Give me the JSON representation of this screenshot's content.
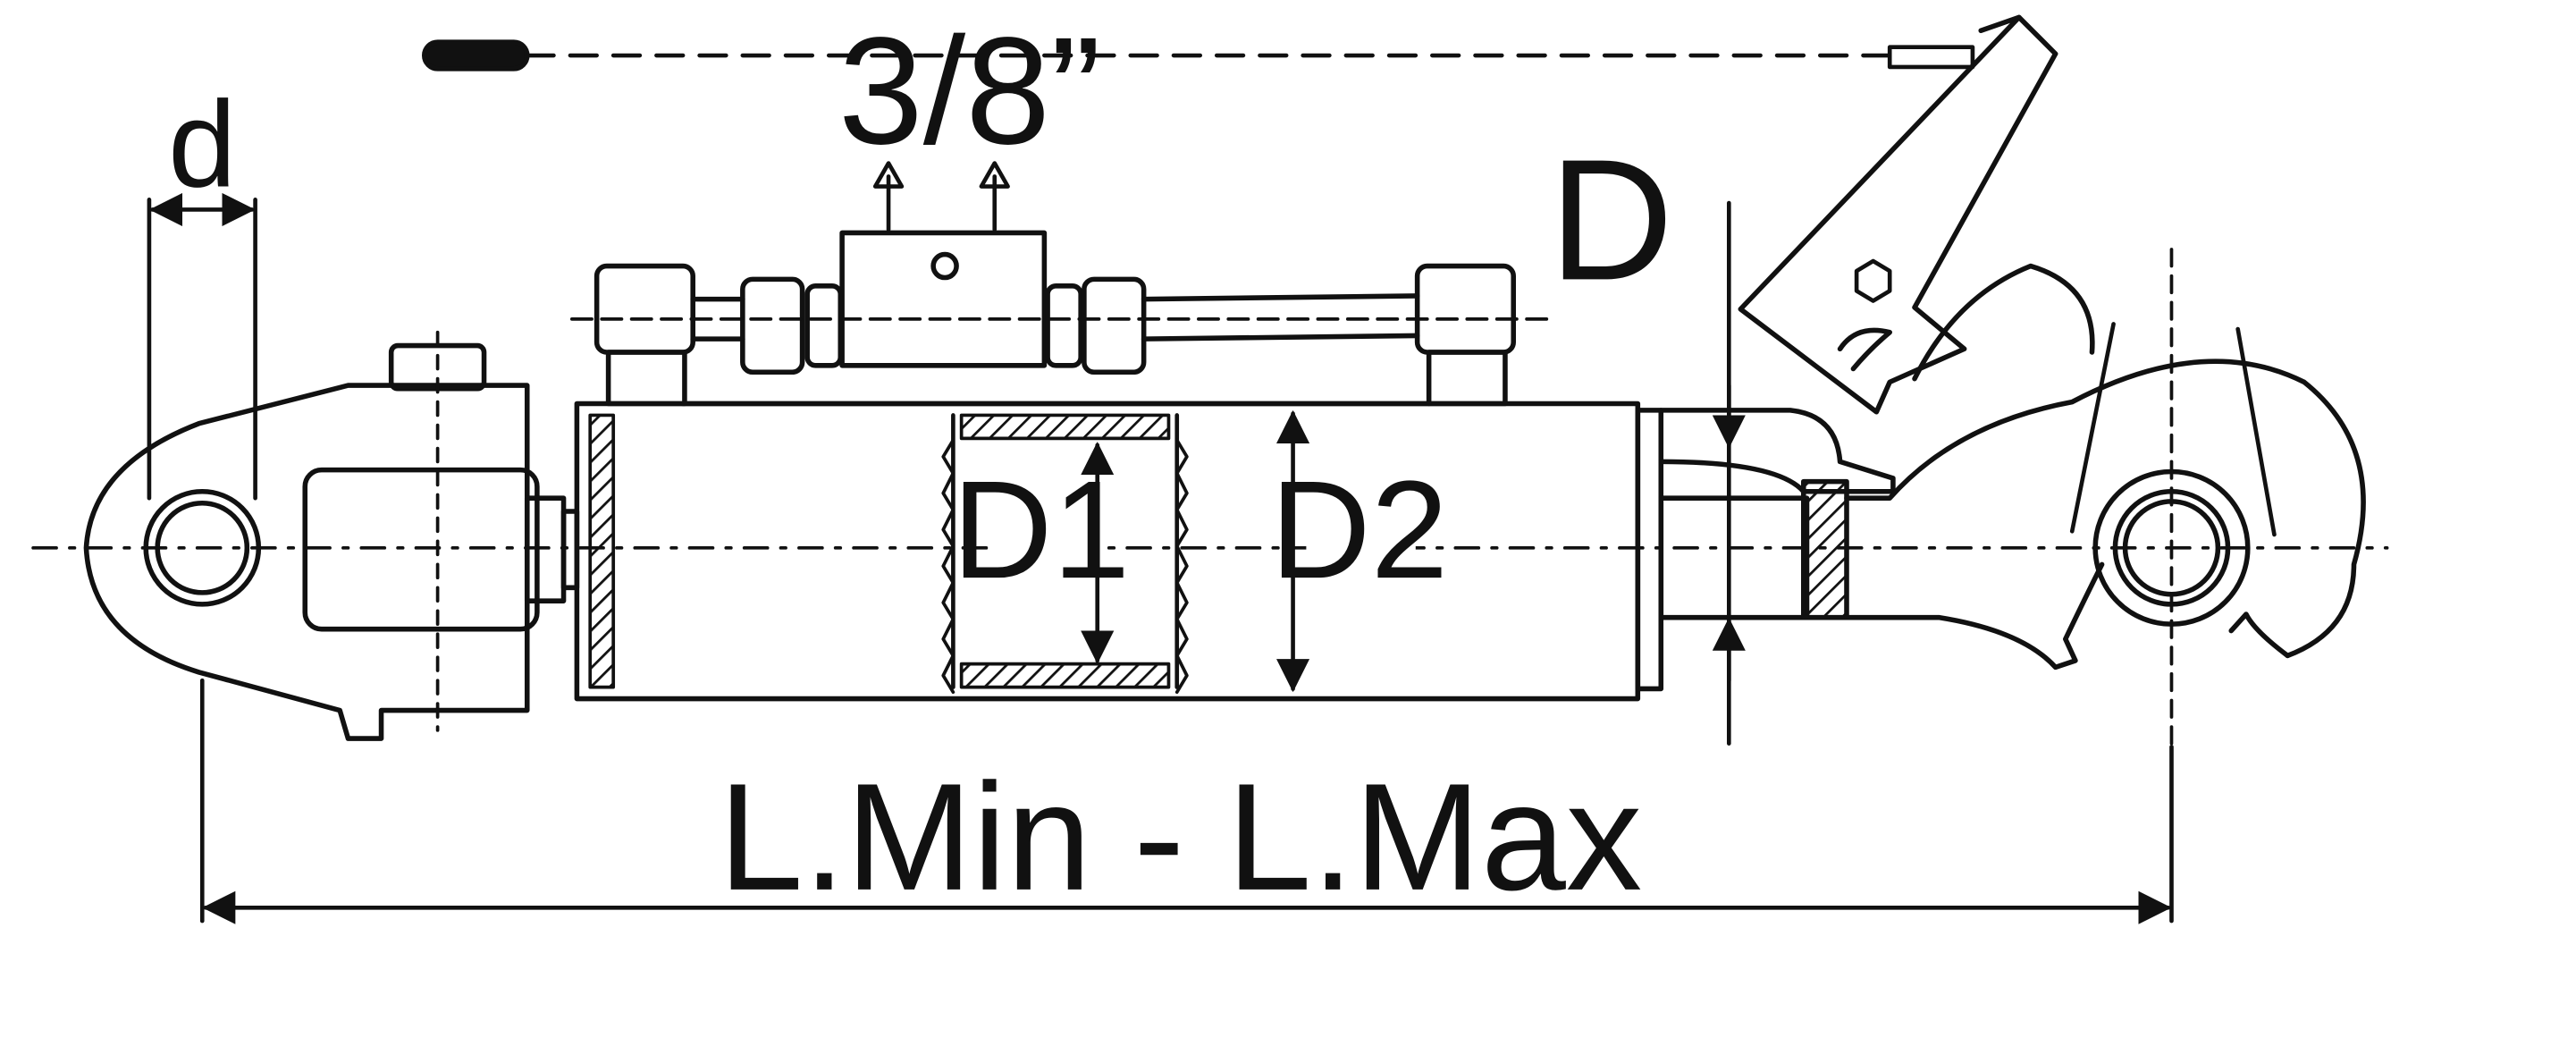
{
  "labels": {
    "port_size": "3/8”",
    "small_diameter": "d",
    "outer_diameter": "D",
    "bore_diameter": "D1",
    "barrel_diameter": "D2",
    "length_range": "L.Min - L.Max"
  },
  "colors": {
    "ink": "#111111",
    "background": "#ffffff"
  }
}
